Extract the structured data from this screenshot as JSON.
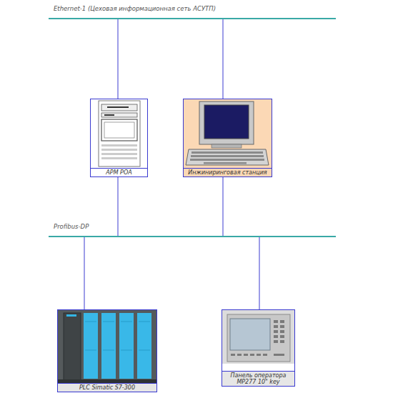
{
  "diagram": {
    "nodes": [
      {
        "text": [
          "Ethernet-1 (Цеховая информационная сеть АСУТП)"
        ]
      },
      {
        "text": [
          "Profibus-DP"
        ]
      },
      {
        "text": [
          "АРМ РОА"
        ]
      },
      {
        "text": [
          "Инжиниринговая станция"
        ]
      },
      {
        "text": [
          "PLC Simatic S7-300"
        ]
      },
      {
        "text": [
          "Панель оператора MP277 10\" key"
        ]
      }
    ],
    "edges": [
      {
        "from": 2,
        "to": 0,
        "arrow": "none"
      },
      {
        "from": 3,
        "to": 0,
        "arrow": "none"
      },
      {
        "from": 2,
        "to": 1,
        "arrow": "none"
      },
      {
        "from": 3,
        "to": 1,
        "arrow": "none"
      },
      {
        "from": 4,
        "to": 1,
        "arrow": "none"
      },
      {
        "from": 5,
        "to": 1,
        "arrow": "none"
      }
    ]
  }
}
